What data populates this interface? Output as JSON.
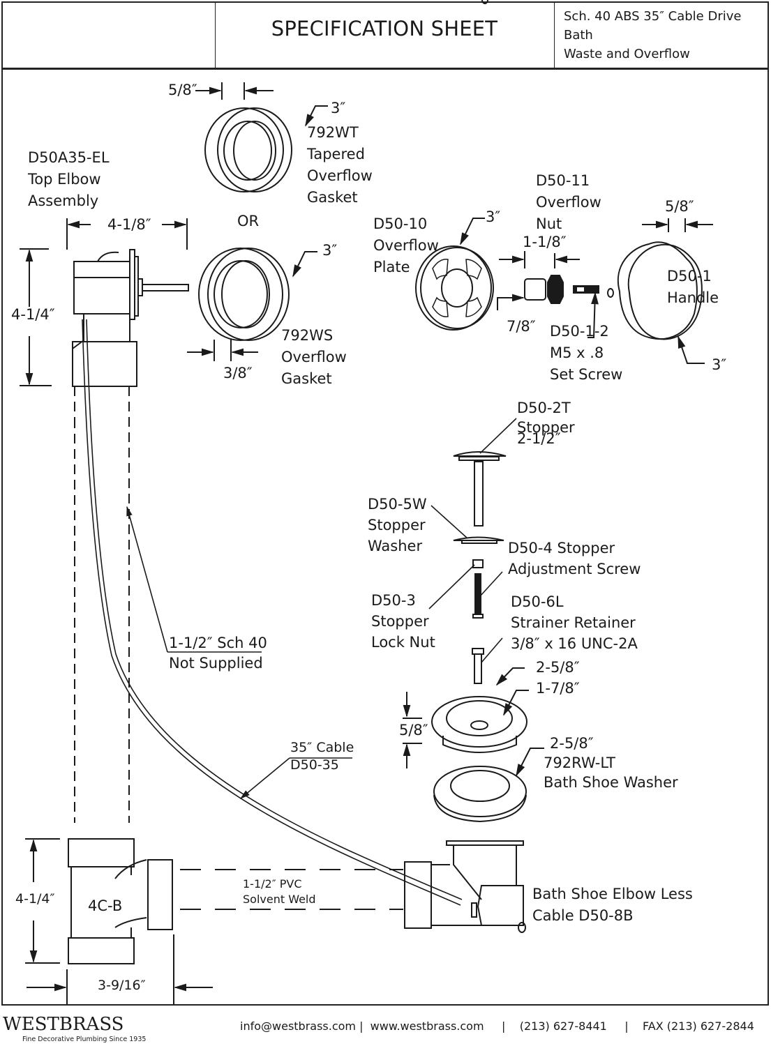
{
  "header": {
    "title": "SPECIFICATION SHEET",
    "product_line1": "Sch. 40 ABS 35″ Cable Drive Bath",
    "product_line2": "Waste and Overflow"
  },
  "parts": {
    "top_elbow": {
      "code": "D50A35-EL",
      "line2": "Top Elbow",
      "line3": "Assembly",
      "width": "4-1/8″",
      "height": "4-1/4″"
    },
    "tapered_gasket": {
      "code": "792WT",
      "line2": "Tapered",
      "line3": "Overflow",
      "line4": "Gasket",
      "diameter": "3″",
      "thickness": "5/8″"
    },
    "or_label": "OR",
    "overflow_gasket": {
      "code": "792WS",
      "line2": "Overflow",
      "line3": "Gasket",
      "diameter": "3″",
      "thickness": "3/8″"
    },
    "overflow_plate": {
      "code": "D50-10",
      "line2": "Overflow",
      "line3": "Plate",
      "diameter": "3″"
    },
    "overflow_nut": {
      "code": "D50-11",
      "line2": "Overflow",
      "line3": "Nut",
      "length": "1-1/8″",
      "diameter": "7/8″"
    },
    "handle": {
      "code": "D50-1",
      "line2": "Handle",
      "thickness": "5/8″",
      "diameter": "3″"
    },
    "set_screw": {
      "code": "D50-1-2",
      "line2": "M5 x .8",
      "line3": "Set Screw"
    },
    "stopper": {
      "code": "D50-2T",
      "line2": "Stopper",
      "line3": "2-1/2″"
    },
    "stopper_washer": {
      "code": "D50-5W",
      "line2": "Stopper",
      "line3": "Washer"
    },
    "adjust_screw": {
      "line1": "D50-4 Stopper",
      "line2": "Adjustment Screw"
    },
    "lock_nut": {
      "code": "D50-3",
      "line2": "Stopper",
      "line3": "Lock Nut"
    },
    "strainer_retainer": {
      "code": "D50-6L",
      "line2": "Strainer Retainer",
      "line3": "3/8″ x 16 UNC-2A"
    },
    "strainer": {
      "outer": "2-5/8″",
      "inner": "1-7/8″",
      "height": "5/8″"
    },
    "shoe_washer": {
      "diameter": "2-5/8″",
      "code": "792RW-LT",
      "line2": "Bath Shoe Washer"
    },
    "pipe": {
      "line1": "1-1/2″ Sch 40",
      "line2": "Not Supplied"
    },
    "cable": {
      "line1": "35″ Cable",
      "line2": "D50-35"
    },
    "tee": {
      "code": "4C-B",
      "height": "4-1/4″",
      "width": "3-9/16″"
    },
    "pvc": {
      "line1": "1-1/2″ PVC",
      "line2": "Solvent Weld"
    },
    "shoe_elbow": {
      "line1": "Bath Shoe Elbow Less",
      "line2": "Cable D50-8B"
    }
  },
  "footer": {
    "brand": "WESTBRASS",
    "tagline": "Fine Decorative Plumbing Since 1935",
    "contact": "info@westbrass.com |  www.westbrass.com     |    (213) 627-8441     |    FAX (213) 627-2844"
  }
}
